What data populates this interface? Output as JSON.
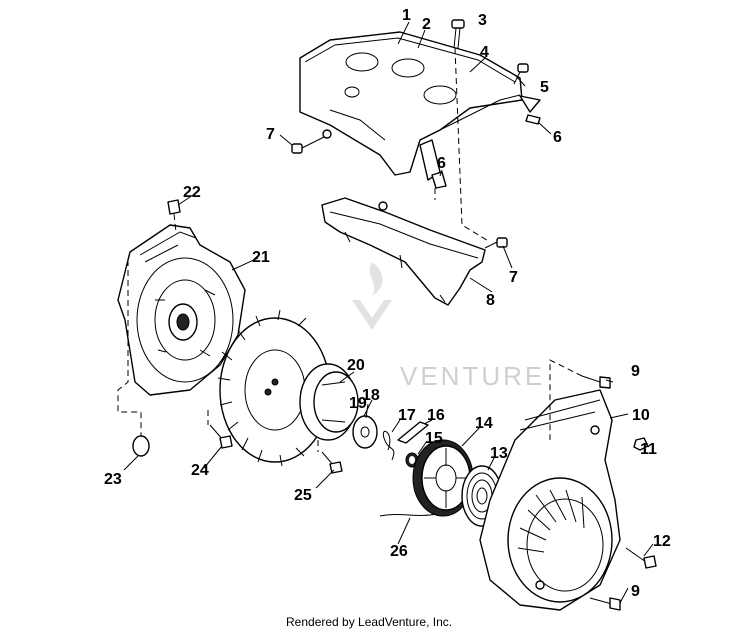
{
  "callouts": [
    {
      "id": "1",
      "label": "1"
    },
    {
      "id": "2",
      "label": "2"
    },
    {
      "id": "3",
      "label": "3"
    },
    {
      "id": "4",
      "label": "4"
    },
    {
      "id": "5",
      "label": "5"
    },
    {
      "id": "6a",
      "label": "6"
    },
    {
      "id": "6b",
      "label": "6"
    },
    {
      "id": "7a",
      "label": "7"
    },
    {
      "id": "7b",
      "label": "7"
    },
    {
      "id": "8",
      "label": "8"
    },
    {
      "id": "9a",
      "label": "9"
    },
    {
      "id": "9b",
      "label": "9"
    },
    {
      "id": "10",
      "label": "10"
    },
    {
      "id": "11",
      "label": "11"
    },
    {
      "id": "12",
      "label": "12"
    },
    {
      "id": "13",
      "label": "13"
    },
    {
      "id": "14",
      "label": "14"
    },
    {
      "id": "15",
      "label": "15"
    },
    {
      "id": "16",
      "label": "16"
    },
    {
      "id": "17",
      "label": "17"
    },
    {
      "id": "18",
      "label": "18"
    },
    {
      "id": "19",
      "label": "19"
    },
    {
      "id": "20",
      "label": "20"
    },
    {
      "id": "21",
      "label": "21"
    },
    {
      "id": "22",
      "label": "22"
    },
    {
      "id": "23",
      "label": "23"
    },
    {
      "id": "24",
      "label": "24"
    },
    {
      "id": "25",
      "label": "25"
    },
    {
      "id": "26",
      "label": "26"
    }
  ],
  "watermark": "VENTURE",
  "footer": "Rendered by LeadVenture, Inc."
}
